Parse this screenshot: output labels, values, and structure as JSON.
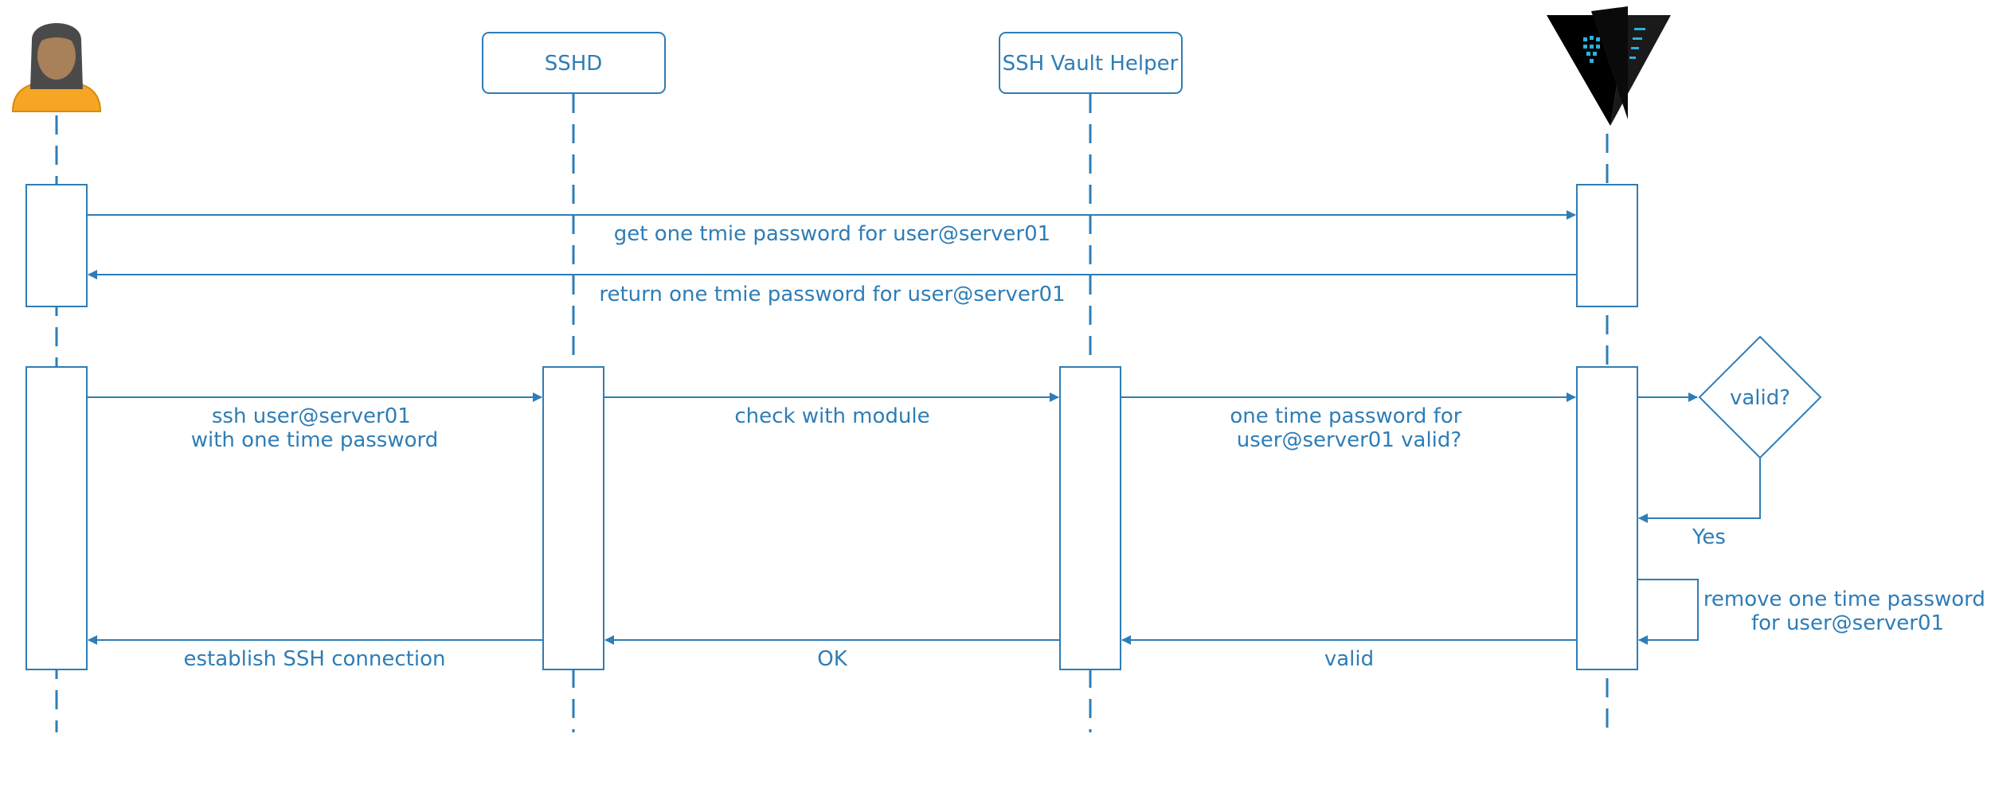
{
  "theme": {
    "stroke": "#2e7db6",
    "text": "#2e7db6",
    "vault_dark": "#000000",
    "vault_accent": "#2bb0e0",
    "user_skin": "#a8805a",
    "user_hair": "#4a4a4a",
    "user_shirt": "#f6a623"
  },
  "participants": [
    {
      "id": "user",
      "label": "",
      "icon": "user-avatar-icon"
    },
    {
      "id": "sshd",
      "label": "SSHD"
    },
    {
      "id": "helper",
      "label": "SSH Vault Helper"
    },
    {
      "id": "vault",
      "label": "",
      "icon": "vault-logo-icon"
    }
  ],
  "messages": [
    {
      "id": "get-otp",
      "lines": [
        "get one tmie password for user@server01"
      ]
    },
    {
      "id": "return-otp",
      "lines": [
        "return one tmie password for user@server01"
      ]
    },
    {
      "id": "ssh-login",
      "lines": [
        "ssh user@server01",
        "with one time password"
      ]
    },
    {
      "id": "check-module",
      "lines": [
        "check with module"
      ]
    },
    {
      "id": "otp-valid-query",
      "lines": [
        "one time password for",
        "user@server01 valid?"
      ]
    },
    {
      "id": "establish",
      "lines": [
        "establish SSH connection"
      ]
    },
    {
      "id": "ok",
      "lines": [
        "OK"
      ]
    },
    {
      "id": "valid",
      "lines": [
        "valid"
      ]
    },
    {
      "id": "yes",
      "lines": [
        "Yes"
      ]
    },
    {
      "id": "remove-otp",
      "lines": [
        "remove one time password",
        "for user@server01"
      ]
    }
  ],
  "decision": {
    "label": "valid?"
  }
}
